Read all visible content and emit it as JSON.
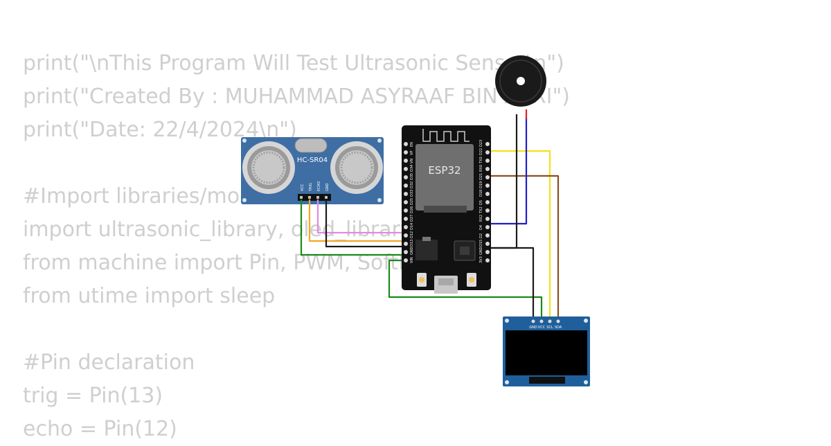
{
  "code": {
    "lines": [
      "print(\"\\nThis Program Will Test Ultrasonic Sensor\\n\")",
      "print(\"Created By : MUHAMMAD ASYRAAF BIN ASRI\")",
      "print(\"Date: 22/4/2024\\n\")",
      "",
      "#Import libraries/modules",
      "import ultrasonic_library, oled_library",
      "from machine import Pin, PWM, SoftI2C",
      "from utime import sleep",
      "",
      "#Pin declaration",
      "trig = Pin(13)",
      "echo = Pin(12)"
    ]
  },
  "components": {
    "ultrasonic": {
      "label": "HC-SR04",
      "pins": [
        "VCC",
        "TRIG",
        "ECHO",
        "GND"
      ]
    },
    "esp32": {
      "label": "ESP32",
      "left_pins": [
        "EN",
        "VP",
        "VN",
        "D34",
        "D35",
        "D32",
        "D33",
        "D25",
        "D26",
        "D27",
        "D14",
        "D12",
        "D13",
        "GND",
        "VIN"
      ],
      "right_pins": [
        "D23",
        "D22",
        "TX0",
        "RX0",
        "D21",
        "D19",
        "D18",
        "D5",
        "TX2",
        "RX2",
        "D4",
        "D2",
        "D15",
        "GND",
        "3V3"
      ]
    },
    "oled": {
      "pins": [
        "GND",
        "VCC",
        "SCL",
        "SDA"
      ]
    },
    "buzzer": {}
  },
  "colors": {
    "code_text": "#cfcfcf",
    "sensor_board": "#3e6ea4",
    "esp32_board": "#111111",
    "oled_board": "#1f5f9c",
    "wire_pink": "#e08ae0",
    "wire_orange": "#f5a623",
    "wire_black": "#1a1a1a",
    "wire_green": "#1a8a1a",
    "wire_yellow": "#f2e21a",
    "wire_brown": "#8a4e22",
    "wire_blue": "#1e1ec8",
    "wire_red": "#e02020"
  }
}
